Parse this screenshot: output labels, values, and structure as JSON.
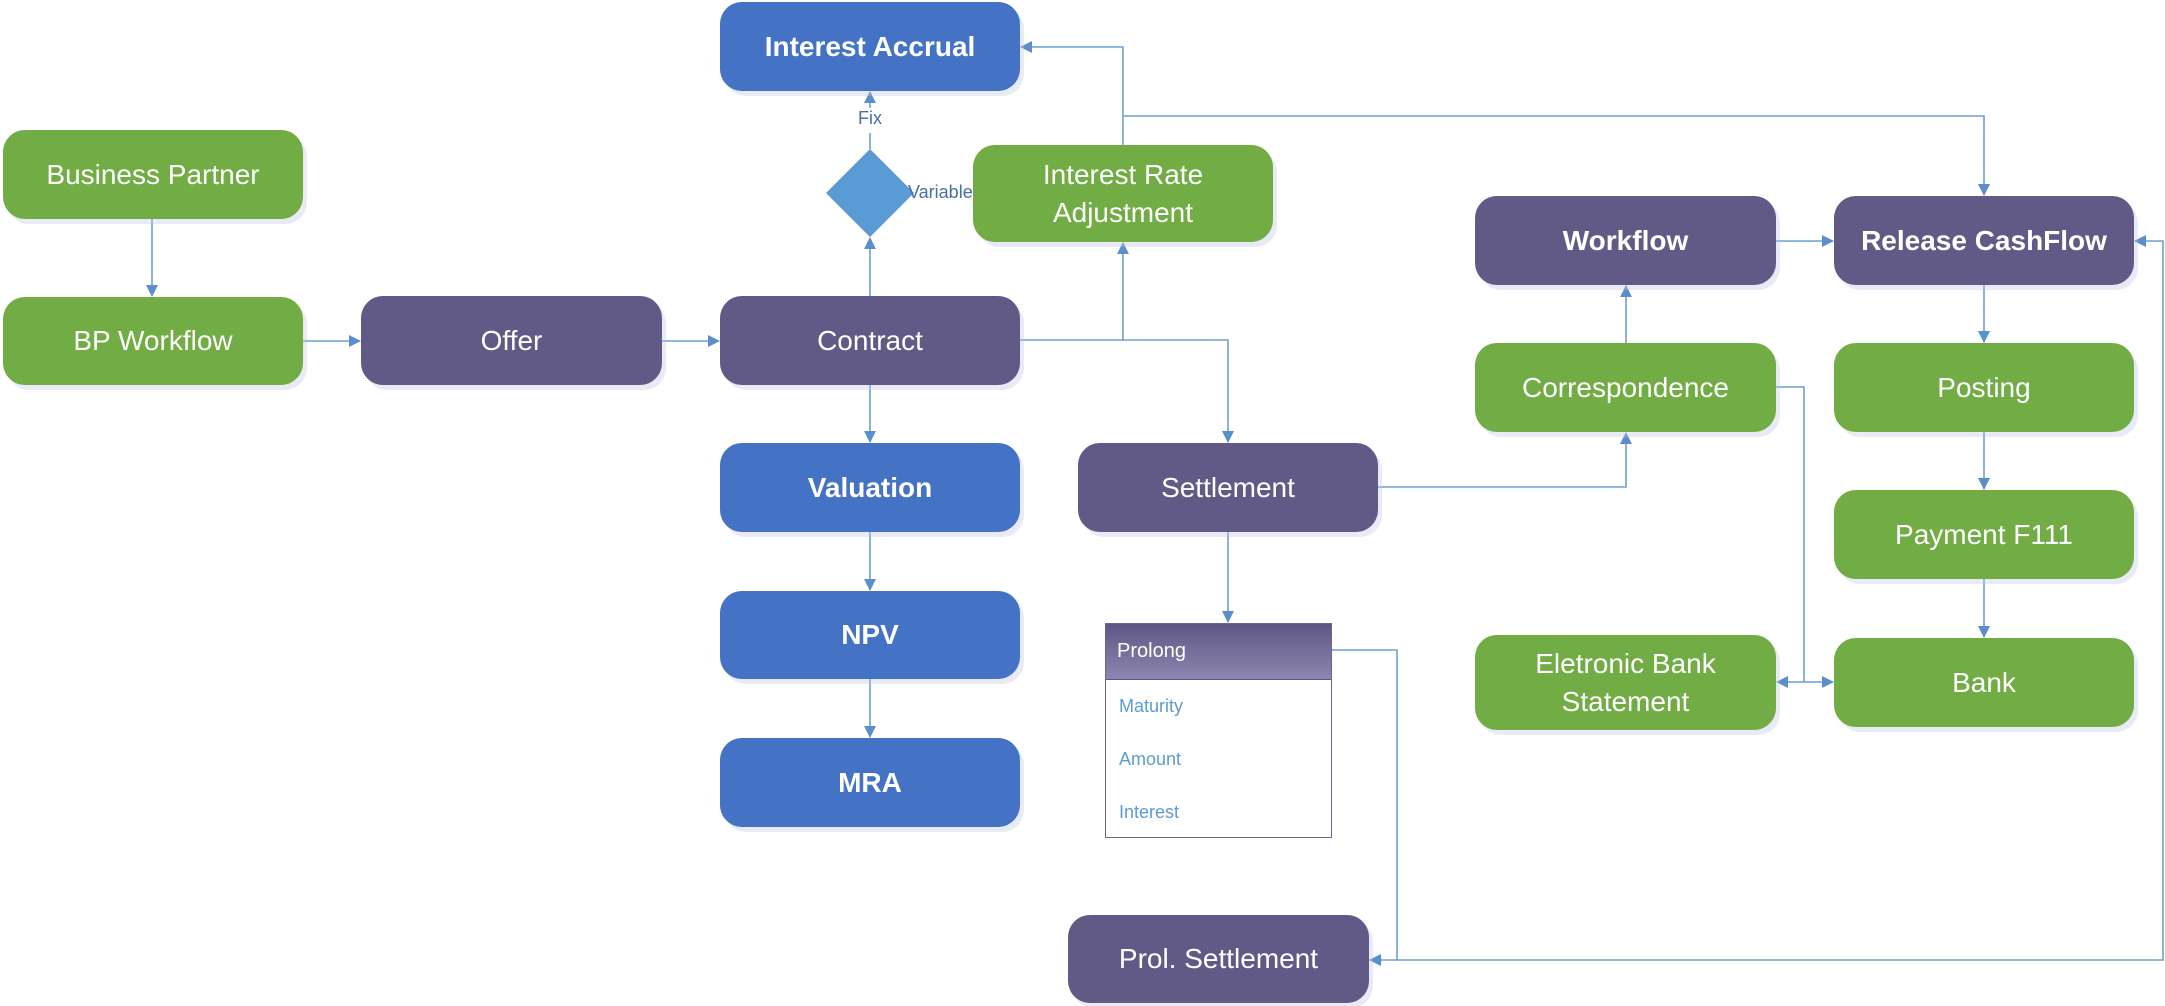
{
  "diagram": {
    "colors": {
      "green_node": "#72AC44",
      "purple_node": "#625A86",
      "blue_node": "#4472C4",
      "decision": "#5B9BD5",
      "connector": "#6F9FD3"
    },
    "nodes": {
      "business_partner": "Business Partner",
      "bp_workflow": "BP Workflow",
      "offer": "Offer",
      "contract": "Contract",
      "interest_accrual": "Interest Accrual",
      "interest_rate_adjustment": "Interest Rate Adjustment",
      "valuation": "Valuation",
      "npv": "NPV",
      "mra": "MRA",
      "settlement": "Settlement",
      "prol_settlement": "Prol. Settlement",
      "workflow": "Workflow",
      "correspondence": "Correspondence",
      "release_cashflow": "Release CashFlow",
      "posting": "Posting",
      "payment_f111": "Payment F111",
      "bank": "Bank",
      "electronic_bank_statement": "Eletronic Bank Statement"
    },
    "decision": {
      "fix_label": "Fix",
      "variable_label": "Variable"
    },
    "prolong_table": {
      "header": "Prolong",
      "rows": [
        "Maturity",
        "Amount",
        "Interest"
      ]
    }
  }
}
